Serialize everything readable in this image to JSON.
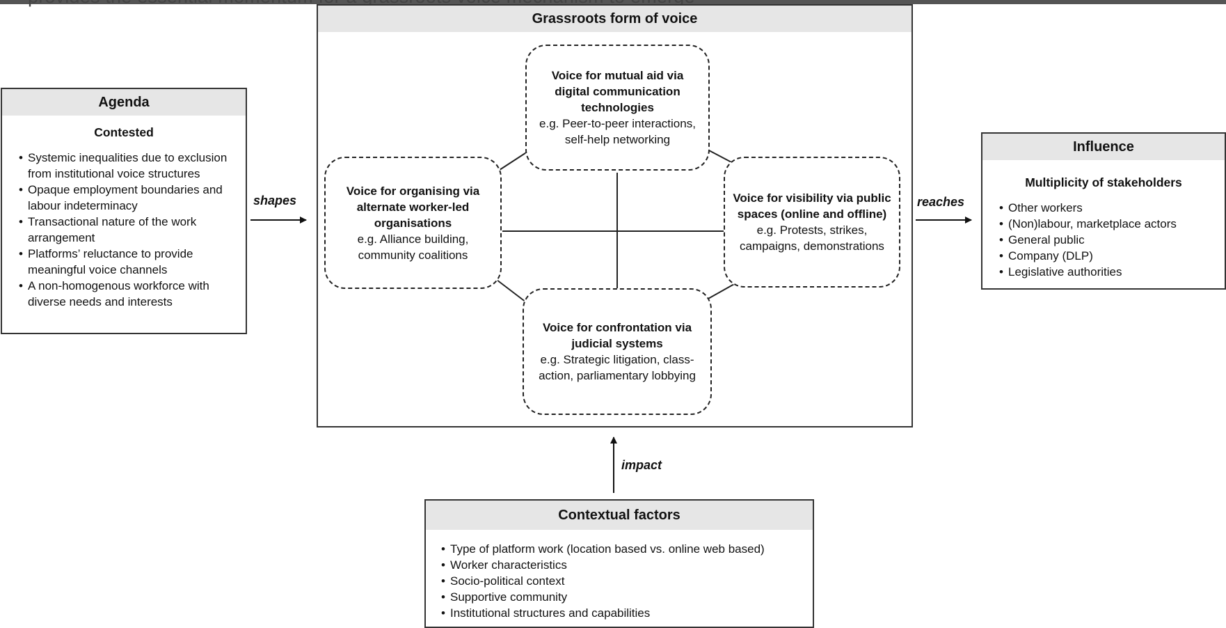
{
  "clipped_caption": "provides the essential momentum for a grassroots voice mechanism to emerge",
  "agenda": {
    "title": "Agenda",
    "subtitle": "Contested",
    "items": [
      "Systemic inequalities due to exclusion from institutional voice structures",
      "Opaque employment boundaries and labour indeterminacy",
      "Transactional nature of the work arrangement",
      "Platforms’ reluctance to provide meaningful voice channels",
      "A non-homogenous workforce with diverse needs and interests"
    ]
  },
  "grassroots": {
    "title": "Grassroots form of voice",
    "top": {
      "title": "Voice for mutual aid via digital communication technologies",
      "example": "e.g. Peer-to-peer interactions, self-help networking"
    },
    "left": {
      "title": "Voice for organising via alternate worker-led organisations",
      "example": "e.g. Alliance building, community coalitions"
    },
    "right": {
      "title": "Voice for visibility via public spaces (online and offline)",
      "example": "e.g. Protests, strikes, campaigns, demonstrations"
    },
    "bottom": {
      "title": "Voice for confrontation via judicial systems",
      "example": "e.g. Strategic litigation, class-action, parliamentary lobbying"
    }
  },
  "influence": {
    "title": "Influence",
    "subtitle": "Multiplicity of stakeholders",
    "items": [
      "Other workers",
      "(Non)labour, marketplace actors",
      "General public",
      "Company (DLP)",
      "Legislative authorities"
    ]
  },
  "contextual": {
    "title": "Contextual factors",
    "items": [
      "Type of platform work (location based vs. online web based)",
      "Worker characteristics",
      "Socio-political context",
      "Supportive community",
      "Institutional structures and capabilities"
    ]
  },
  "arrows": {
    "shapes": "shapes",
    "reaches": "reaches",
    "impact": "impact"
  }
}
